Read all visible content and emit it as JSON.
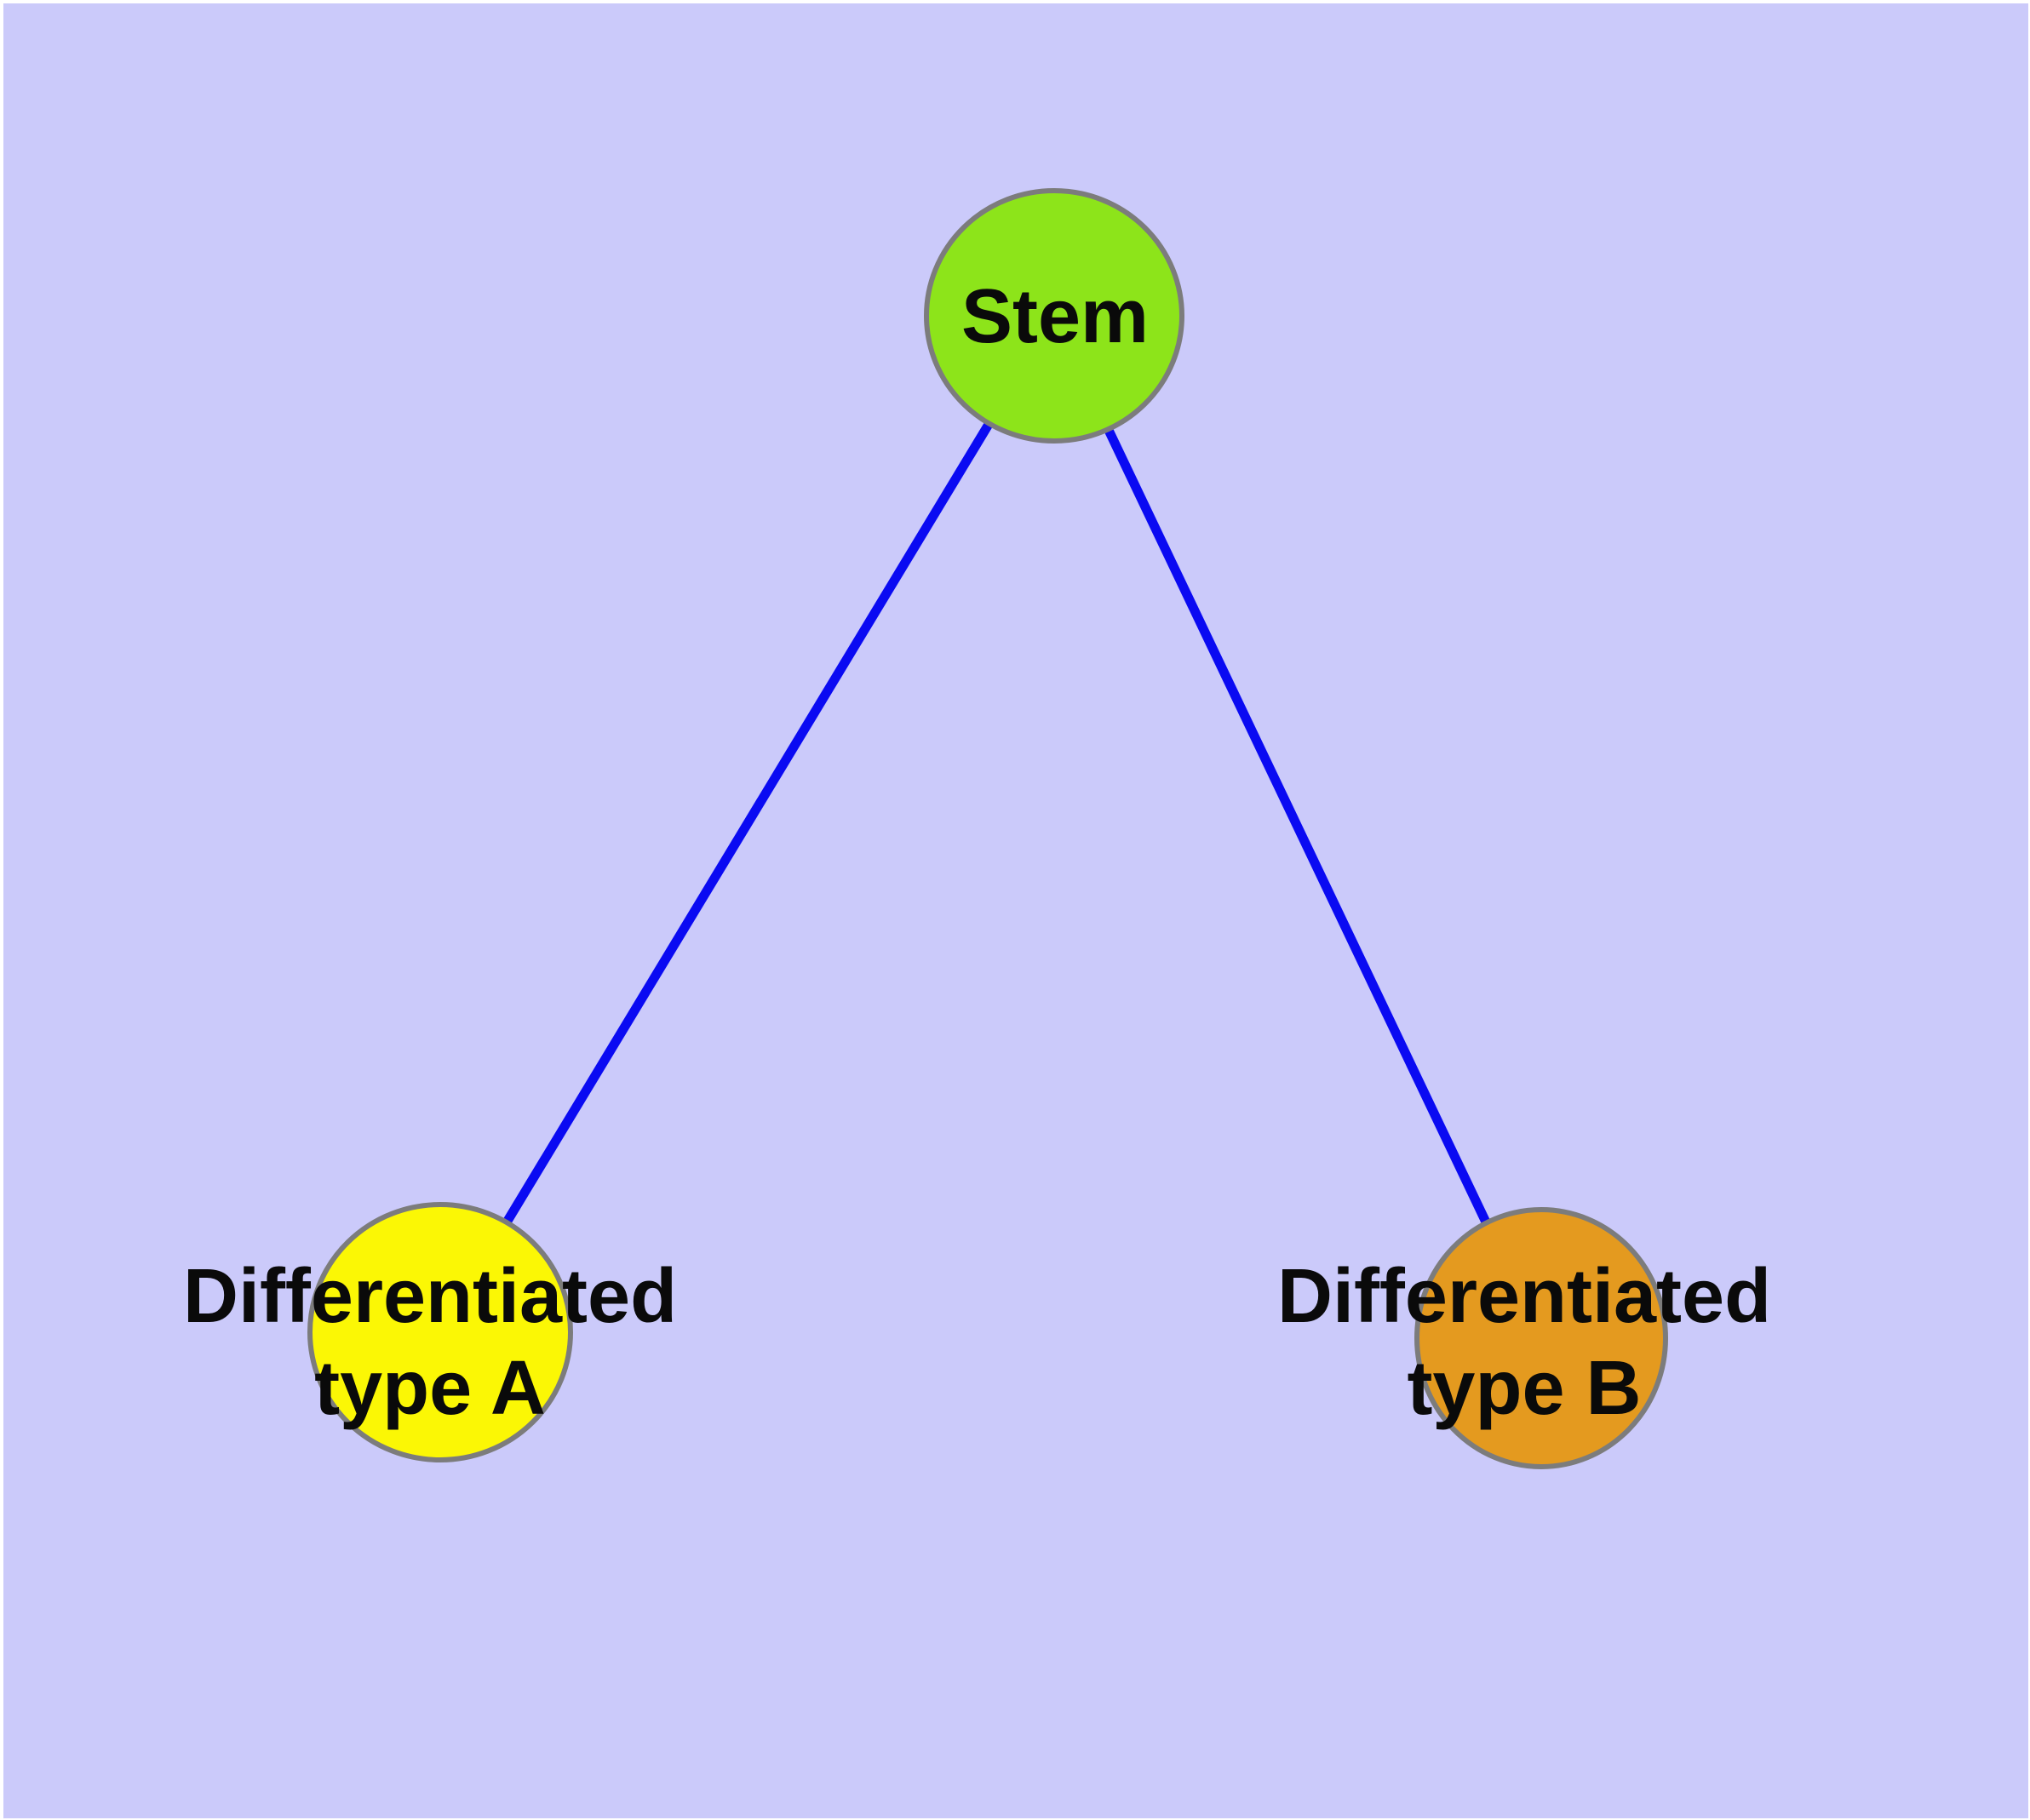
{
  "diagram": {
    "kind": "node-edge-graph",
    "background_color": "#cbcafa",
    "node_border_color": "#7c7c7c",
    "text_color": "#0a0a0a",
    "nodes": [
      {
        "id": "stem",
        "label": "Stem",
        "fill": "#8de41a"
      },
      {
        "id": "differentiated-type-a",
        "label": "Differentiated\ntype A",
        "fill": "#fbf705"
      },
      {
        "id": "differentiated-type-b",
        "label": "Differentiated\ntype B",
        "fill": "#e49a1f"
      }
    ],
    "edges": [
      {
        "from": "stem",
        "to": "differentiated-type-a",
        "color": "#0a0af2"
      },
      {
        "from": "stem",
        "to": "differentiated-type-b",
        "color": "#0a0af2"
      }
    ]
  }
}
